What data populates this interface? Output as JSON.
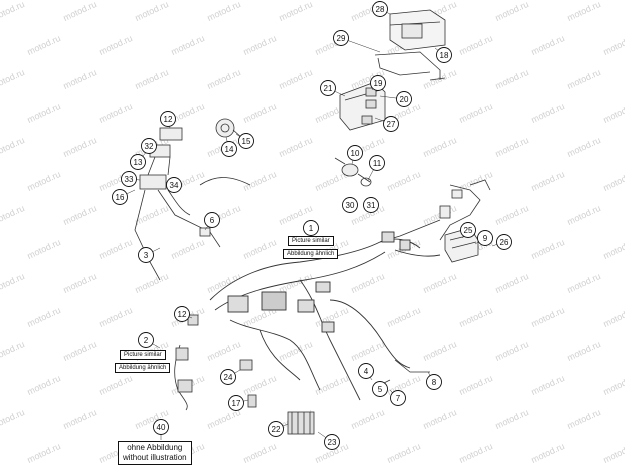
{
  "watermark": "motod.ru",
  "callouts": [
    "1",
    "2",
    "3",
    "4",
    "5",
    "6",
    "7",
    "8",
    "9",
    "10",
    "11",
    "12",
    "12",
    "13",
    "15",
    "14",
    "16",
    "17",
    "18",
    "19",
    "20",
    "21",
    "22",
    "23",
    "24",
    "25",
    "26",
    "27",
    "28",
    "29",
    "30",
    "31",
    "32",
    "33",
    "34",
    "40"
  ],
  "notes": {
    "picture_similar": "Picture similar",
    "abbildung_aehnlich": "Abbildung ähnlich",
    "ohne_abbildung": "ohne Abbildung",
    "without_illustration": "without illustration"
  }
}
